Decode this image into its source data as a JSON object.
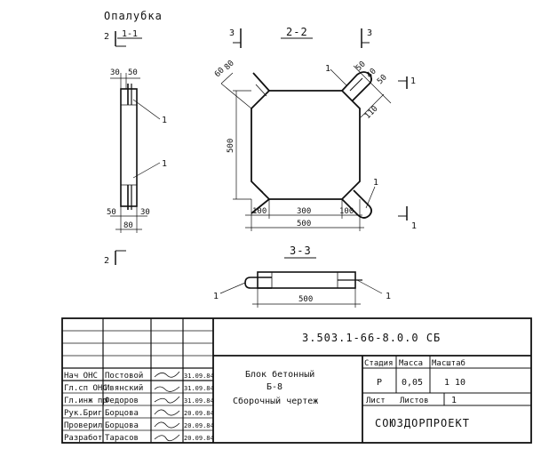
{
  "header": {
    "title": "Опалубка"
  },
  "views": {
    "section_1_1": {
      "title": "1-1",
      "cut_mark_top": "2",
      "cut_mark_bottom": "2",
      "dim_top_left": "30",
      "dim_top_right": "50",
      "dim_bottom_left": "50",
      "dim_bottom_right": "30",
      "dim_width": "80",
      "callout_upper": "1",
      "callout_lower": "1"
    },
    "section_2_2": {
      "title": "2-2",
      "cut_mark_left": "3",
      "cut_mark_right": "3",
      "cut_mark_side_top": "1",
      "cut_mark_side_bottom": "1",
      "dim_chamfer_left": "60",
      "dim_chamfer_left_2": "80",
      "dim_loop_1": "50",
      "dim_loop_2": "40",
      "dim_loop_3": "50",
      "dim_loop_diag": "110",
      "dim_height": "500",
      "dim_bottom_left": "100",
      "dim_bottom_mid": "300",
      "dim_bottom_right": "100",
      "dim_total": "500",
      "callout_upper": "1",
      "callout_lower": "1"
    },
    "section_3_3": {
      "title": "3-3",
      "dim_length": "500",
      "callout_left": "1",
      "callout_right": "1"
    }
  },
  "title_block": {
    "doc_number": "3.503.1-66-8.0.0 СБ",
    "name_line1": "Блок бетонный",
    "name_line2": "Б-8",
    "name_line3": "Сборочный чертеж",
    "col_stage": "Стадия",
    "col_mass": "Масса",
    "col_scale": "Масштаб",
    "stage": "Р",
    "mass": "0,05",
    "scale": "1 10",
    "sheet_label": "Лист",
    "sheets_label": "Листов",
    "sheets_count": "1",
    "organization": "СОЮЗДОРПРОЕКТ",
    "signatures": [
      {
        "role": "Нач ОНС",
        "name": "Постовой",
        "date": "31.09.84"
      },
      {
        "role": "Гл.сп ОНС",
        "name": "Ивянский",
        "date": "31.09.84"
      },
      {
        "role": "Гл.инж пр",
        "name": "Федоров",
        "date": "31.09.84"
      },
      {
        "role": "Рук.Бриг",
        "name": "Борцова",
        "date": "20.09.84"
      },
      {
        "role": "Проверил",
        "name": "Борцова",
        "date": "20.09.84"
      },
      {
        "role": "Разработ",
        "name": "Тарасов",
        "date": "20.09.84"
      }
    ]
  }
}
